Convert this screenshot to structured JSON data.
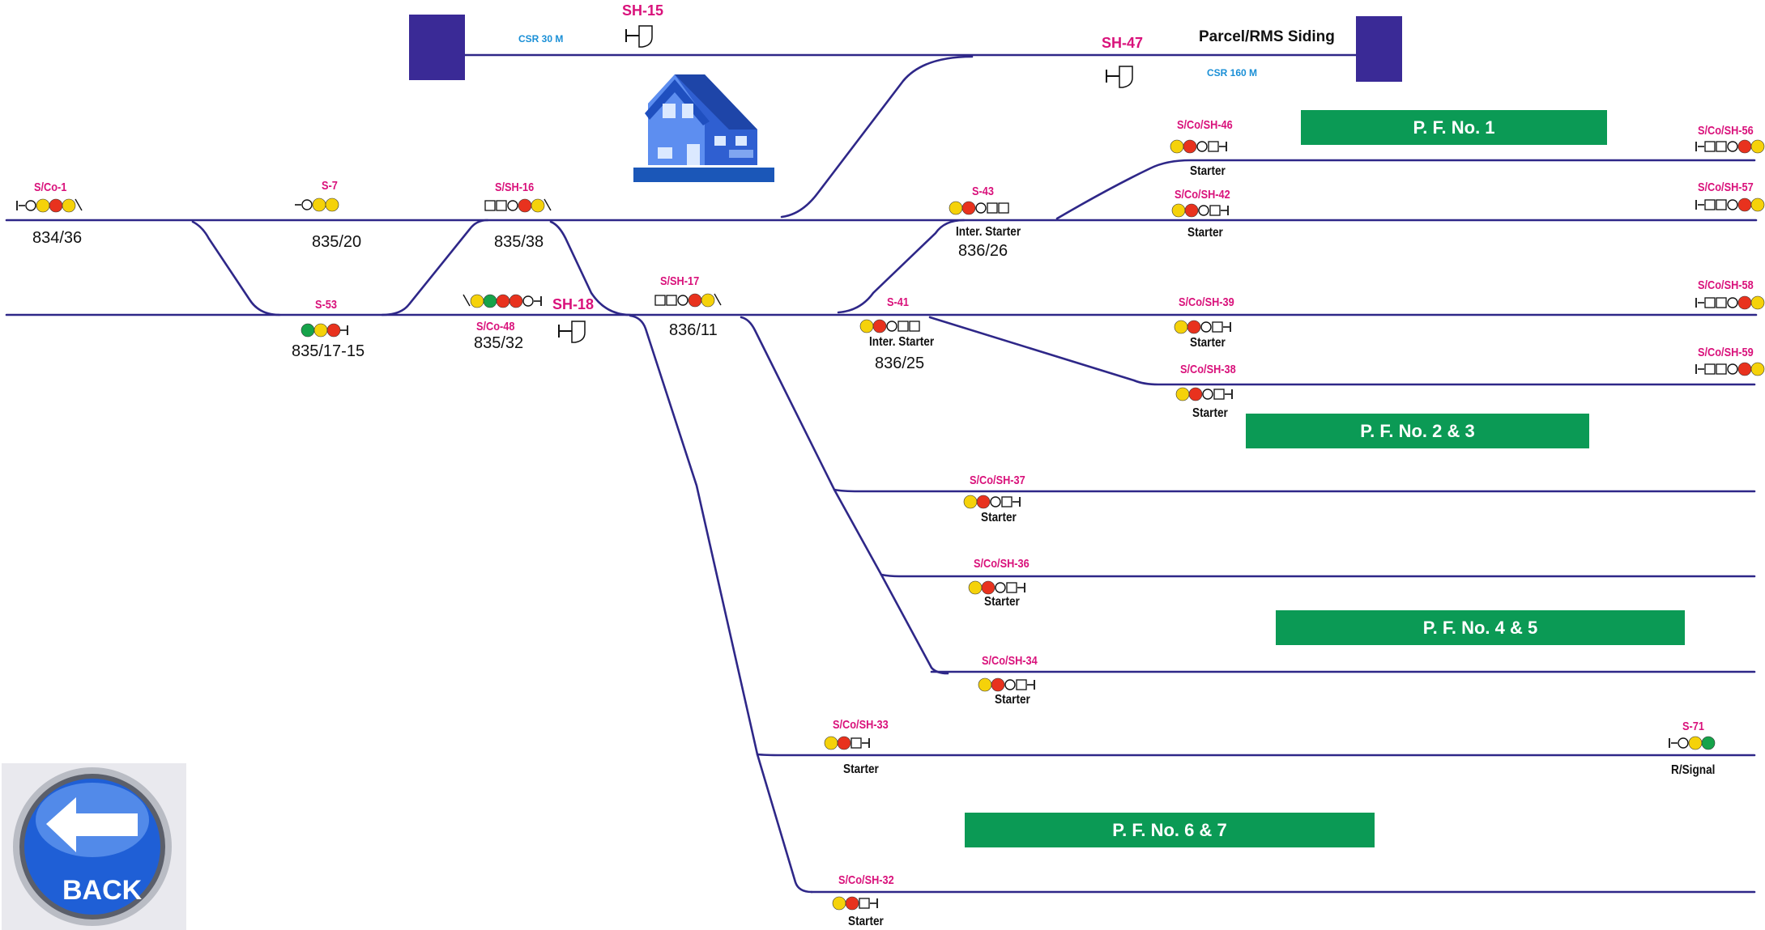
{
  "colors": {
    "track": "#2e2788",
    "signal_red": "#e8321e",
    "signal_yellow": "#f5d20a",
    "signal_green": "#16a34a",
    "signal_label": "#d9127b",
    "platform": "#0b9a55",
    "buffer_stop": "#3a2a96",
    "csr_text": "#1a8fd6"
  },
  "signals": [
    {
      "id": "sco1",
      "label": "S/Co-1"
    },
    {
      "id": "s7",
      "label": "S-7"
    },
    {
      "id": "ssh16",
      "label": "S/SH-16"
    },
    {
      "id": "s53",
      "label": "S-53"
    },
    {
      "id": "sco48",
      "label": "S/Co-48"
    },
    {
      "id": "ssh17",
      "label": "S/SH-17"
    },
    {
      "id": "s43",
      "label": "S-43"
    },
    {
      "id": "s41",
      "label": "S-41"
    },
    {
      "id": "scosh46",
      "label": "S/Co/SH-46"
    },
    {
      "id": "scosh42",
      "label": "S/Co/SH-42"
    },
    {
      "id": "scosh39",
      "label": "S/Co/SH-39"
    },
    {
      "id": "scosh38",
      "label": "S/Co/SH-38"
    },
    {
      "id": "scosh37",
      "label": "S/Co/SH-37"
    },
    {
      "id": "scosh36",
      "label": "S/Co/SH-36"
    },
    {
      "id": "scosh34",
      "label": "S/Co/SH-34"
    },
    {
      "id": "scosh33",
      "label": "S/Co/SH-33"
    },
    {
      "id": "scosh32",
      "label": "S/Co/SH-32"
    },
    {
      "id": "s71",
      "label": "S-71"
    },
    {
      "id": "scosh56",
      "label": "S/Co/SH-56"
    },
    {
      "id": "scosh57",
      "label": "S/Co/SH-57"
    },
    {
      "id": "scosh58",
      "label": "S/Co/SH-58"
    },
    {
      "id": "scosh59",
      "label": "S/Co/SH-59"
    }
  ],
  "shunt_signals": [
    {
      "id": "sh15",
      "label": "SH-15"
    },
    {
      "id": "sh47",
      "label": "SH-47"
    },
    {
      "id": "sh18",
      "label": "SH-18"
    }
  ],
  "km_posts": [
    {
      "id": "k1",
      "label": "834/36"
    },
    {
      "id": "k2",
      "label": "835/20"
    },
    {
      "id": "k3",
      "label": "835/38"
    },
    {
      "id": "k4",
      "label": "835/17-15"
    },
    {
      "id": "k5",
      "label": "835/32"
    },
    {
      "id": "k6",
      "label": "836/11"
    },
    {
      "id": "k7",
      "label": "836/26"
    },
    {
      "id": "k8",
      "label": "836/25"
    }
  ],
  "roles": {
    "starter": "Starter",
    "inter_starter": "Inter. Starter",
    "r_signal": "R/Signal"
  },
  "siding": {
    "name": "Parcel/RMS Siding",
    "csr_left": "CSR 30 M",
    "csr_right": "CSR 160 M"
  },
  "platforms": [
    {
      "id": "pf1",
      "label": "P. F. No. 1"
    },
    {
      "id": "pf23",
      "label": "P. F. No. 2 & 3"
    },
    {
      "id": "pf45",
      "label": "P. F. No. 4 & 5"
    },
    {
      "id": "pf67",
      "label": "P. F. No. 6 & 7"
    }
  ],
  "back_button": {
    "label": "BACK"
  }
}
